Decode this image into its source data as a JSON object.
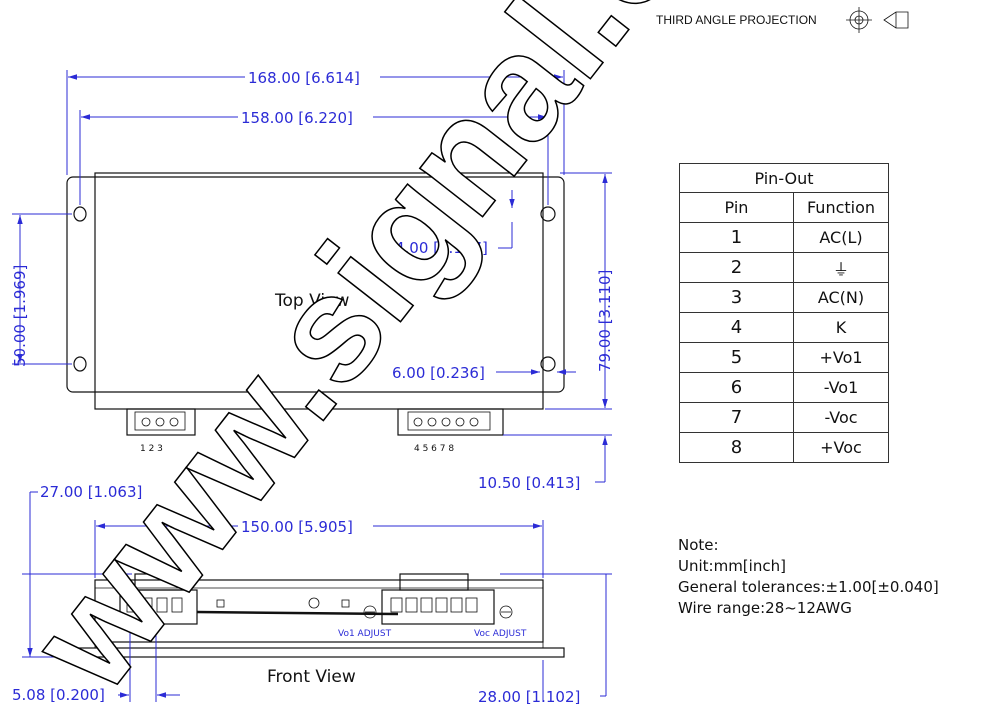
{
  "projection": {
    "label": "THIRD ANGLE PROJECTION"
  },
  "views": {
    "top": "Top View",
    "front": "Front View"
  },
  "dimensions": {
    "overall_width": "168.00 [6.614]",
    "hole_pitch": "158.00 [6.220]",
    "mount_height": "50.00 [1.969]",
    "body_height": "79.00 [3.110]",
    "hole_offset_v": "4.00 [0.157]",
    "hole_offset_h": "6.00 [0.236]",
    "terminal_protrusion": "10.50 [0.413]",
    "front_height": "27.00 [1.063]",
    "front_width": "150.00 [5.905]",
    "pin_pitch": "5.08 [0.200]",
    "front_depth": "28.00 [1.102]"
  },
  "terminals": {
    "left_numbers": "1 2 3",
    "right_numbers": "4 5 6 7 8",
    "vo1_adjust": "Vo1 ADJUST",
    "voc_adjust": "Voc ADJUST"
  },
  "pinout": {
    "title": "Pin-Out",
    "headers": [
      "Pin",
      "Function"
    ],
    "rows": [
      {
        "pin": "1",
        "function": "AC(L)"
      },
      {
        "pin": "2",
        "function": "⏚"
      },
      {
        "pin": "3",
        "function": "AC(N)"
      },
      {
        "pin": "4",
        "function": "K"
      },
      {
        "pin": "5",
        "function": "+Vo1"
      },
      {
        "pin": "6",
        "function": "-Vo1"
      },
      {
        "pin": "7",
        "function": "-Voc"
      },
      {
        "pin": "8",
        "function": "+Voc"
      }
    ]
  },
  "notes": {
    "title": "Note:",
    "lines": [
      "Unit:mm[inch]",
      "General tolerances:±1.00[±0.040]",
      "Wire range:28~12AWG"
    ]
  },
  "watermark": "www.signal.com"
}
